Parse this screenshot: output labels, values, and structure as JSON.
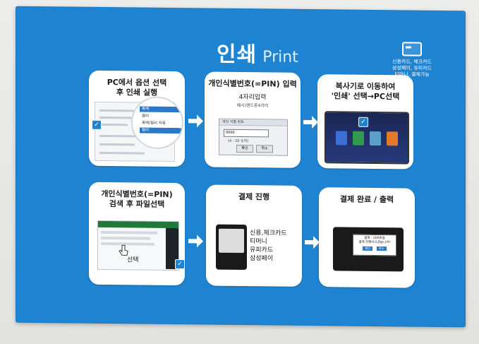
{
  "header": {
    "title_ko": "인쇄",
    "title_en": "Print"
  },
  "payment_note": {
    "text": "신용카드, 체크카드\n삼성페이, 유피카드\n티머니, 결제가능"
  },
  "steps": [
    {
      "title": "PC에서 옵션 선택\n후 인쇄 실행",
      "menu": [
        "흑백",
        "컬러",
        "흑백/컬러 자동",
        "컬러"
      ]
    },
    {
      "title": "개인식별번호(=PIN) 입력",
      "sub": "4자리입력",
      "sub2": "예시)핸드폰4자리",
      "dialog_title": "개인 식별 번호",
      "field": "0000",
      "hint": "(4 - 20 숫자)",
      "ok": "확인",
      "cancel": "취소"
    },
    {
      "title": "복사기로 이동하여\n'인쇄' 선택→PC선택"
    },
    {
      "title": "개인식별번호(=PIN)\n검색 후 파일선택",
      "select": "선택"
    },
    {
      "title": "결제 진행",
      "methods": "신용,체크카드\n티머니\n유피카드\n삼성페이"
    },
    {
      "title": "결제 완료 / 출력",
      "popup": "결제 - 200원을\n결제 진행하시겠습니까?",
      "yes": "확인",
      "no": "취소"
    }
  ],
  "colors": {
    "board": "#1e84d2",
    "card": "#ffffff",
    "arrow": "#ffffff"
  }
}
